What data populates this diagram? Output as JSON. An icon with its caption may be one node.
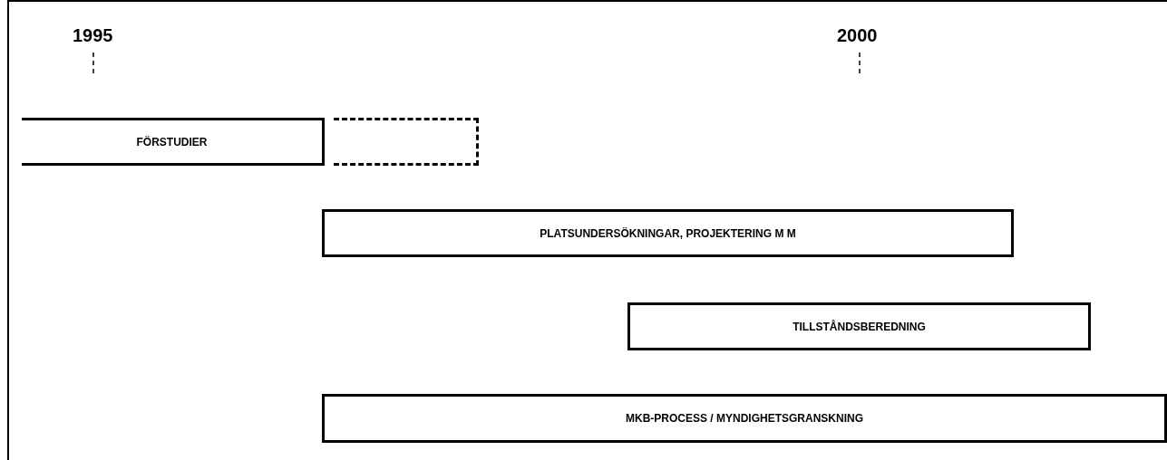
{
  "diagram": {
    "nodes": [
      {
        "text": [
          "FÖRSTUDIER"
        ]
      },
      {
        "text": [],
        "shape": "box"
      },
      {
        "text": [
          "PLATSUNDERSÖKNINGAR, PROJEKTERING M M"
        ]
      },
      {
        "text": [
          "TILLSTÅNDSBEREDNING"
        ]
      },
      {
        "text": [
          "MKB-PROCESS / MYNDIGHETSGRANSKNING"
        ]
      }
    ],
    "edges": [],
    "labels": [
      "1995",
      "2000"
    ]
  }
}
